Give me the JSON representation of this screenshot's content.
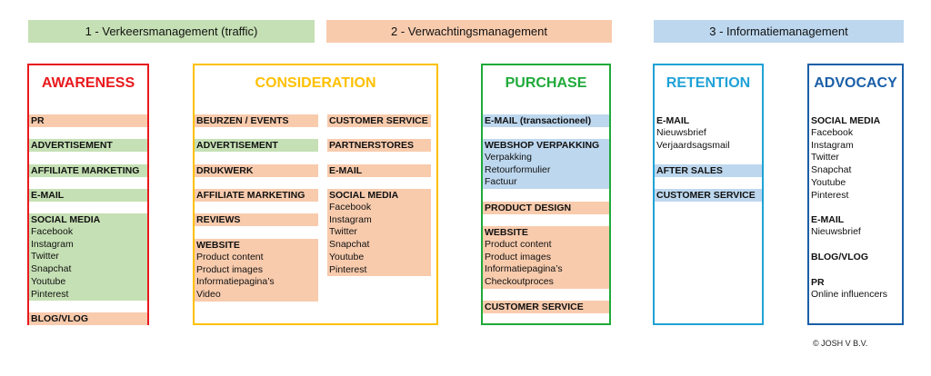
{
  "colors": {
    "green": "#c5e0b4",
    "orange": "#f8cbad",
    "blue": "#bdd7ee",
    "red": "#e8191d",
    "yellow": "#ffc000",
    "dgreen": "#1faa3a",
    "lblue": "#1fa2d7",
    "navy": "#1a5fa8"
  },
  "banners": [
    {
      "label": "1 - Verkeersmanagement (traffic)"
    },
    {
      "label": "2 - Verwachtingsmanagement"
    },
    {
      "label": "3 - Informatiemanagement"
    }
  ],
  "awareness": {
    "title": "AWARENESS",
    "blocks": [
      {
        "head": "PR",
        "items": []
      },
      {
        "head": "ADVERTISEMENT",
        "items": []
      },
      {
        "head": "AFFILIATE MARKETING",
        "items": []
      },
      {
        "head": "E-MAIL",
        "items": []
      },
      {
        "head": "SOCIAL MEDIA",
        "items": [
          "Facebook",
          "Instagram",
          "Twitter",
          "Snapchat",
          "Youtube",
          "Pinterest"
        ]
      },
      {
        "head": "BLOG/VLOG",
        "items": []
      }
    ]
  },
  "consideration": {
    "title": "CONSIDERATION",
    "left": [
      {
        "head": "BEURZEN / EVENTS",
        "items": []
      },
      {
        "head": "ADVERTISEMENT",
        "items": []
      },
      {
        "head": "DRUKWERK",
        "items": []
      },
      {
        "head": "AFFILIATE MARKETING",
        "items": []
      },
      {
        "head": "REVIEWS",
        "items": []
      },
      {
        "head": "WEBSITE",
        "items": [
          "Product content",
          "Product images",
          "Informatiepagina’s",
          "Video"
        ]
      }
    ],
    "right": [
      {
        "head": "CUSTOMER SERVICE",
        "items": []
      },
      {
        "head": "PARTNERSTORES",
        "items": []
      },
      {
        "head": "E-MAIL",
        "items": []
      },
      {
        "head": "SOCIAL MEDIA",
        "items": [
          "Facebook",
          "Instagram",
          "Twitter",
          "Snapchat",
          "Youtube",
          "Pinterest"
        ]
      }
    ]
  },
  "purchase": {
    "title": "PURCHASE",
    "blocks": [
      {
        "head": "E-MAIL (transactioneel)",
        "items": []
      },
      {
        "head": "WEBSHOP VERPAKKING",
        "items": [
          "Verpakking",
          "Retourformulier",
          "Factuur"
        ]
      },
      {
        "head": "PRODUCT DESIGN",
        "items": []
      },
      {
        "head": "WEBSITE",
        "items": [
          "Product content",
          "Product images",
          "Informatiepagina’s",
          "Checkoutproces"
        ]
      },
      {
        "head": "CUSTOMER SERVICE",
        "items": []
      }
    ]
  },
  "retention": {
    "title": "RETENTION",
    "blocks": [
      {
        "head": "E-MAIL",
        "items": [
          "Nieuwsbrief",
          "Verjaardsagsmail"
        ]
      },
      {
        "head": "AFTER SALES",
        "items": []
      },
      {
        "head": "CUSTOMER SERVICE",
        "items": []
      }
    ]
  },
  "advocacy": {
    "title": "ADVOCACY",
    "blocks": [
      {
        "head": "SOCIAL MEDIA",
        "items": [
          "Facebook",
          "Instagram",
          "Twitter",
          "Snapchat",
          "Youtube",
          "Pinterest"
        ]
      },
      {
        "head": "E-MAIL",
        "items": [
          "Nieuwsbrief"
        ]
      },
      {
        "head": "BLOG/VLOG",
        "items": []
      },
      {
        "head": "PR",
        "items": [
          "Online influencers"
        ]
      }
    ]
  },
  "copyright": "© JOSH V B.V."
}
